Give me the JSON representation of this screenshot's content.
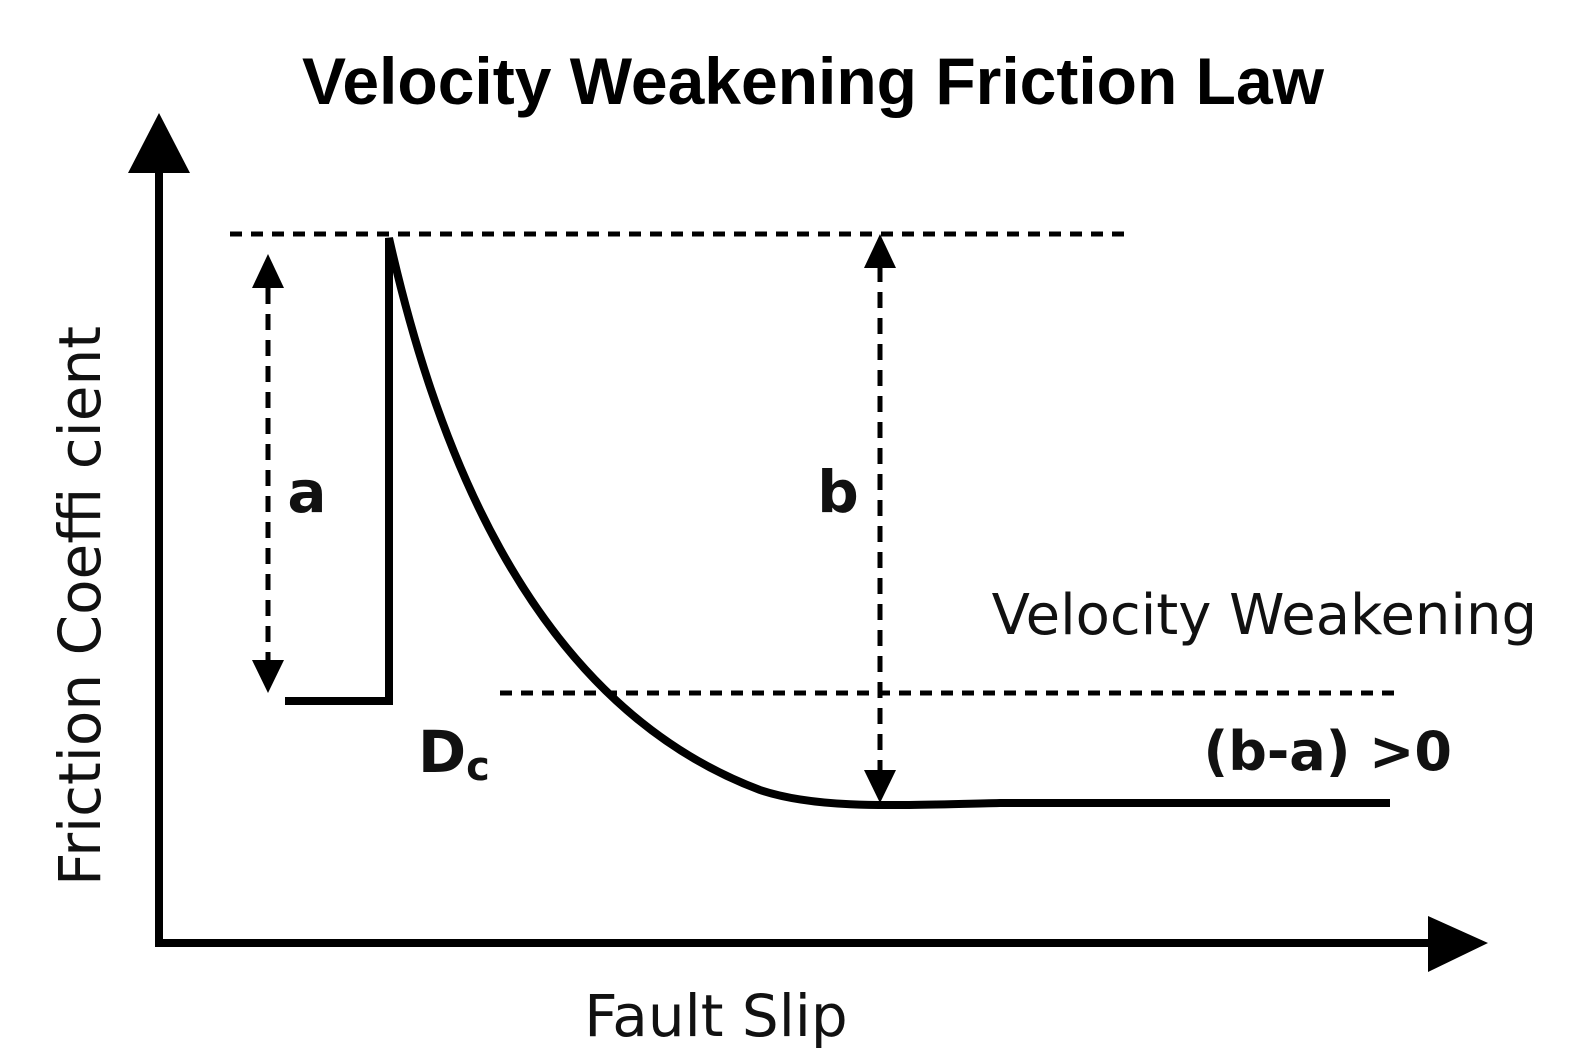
{
  "title": "Velocity Weakening Friction Law",
  "axes": {
    "y_label": "Friction Coeffi cient",
    "x_label": "Fault Slip"
  },
  "parameters": {
    "a_label": "a",
    "b_label": "b",
    "dc_main": "D",
    "dc_sub": "c"
  },
  "regime": {
    "name": "Velocity Weakening",
    "condition": "(b-a) >0"
  }
}
